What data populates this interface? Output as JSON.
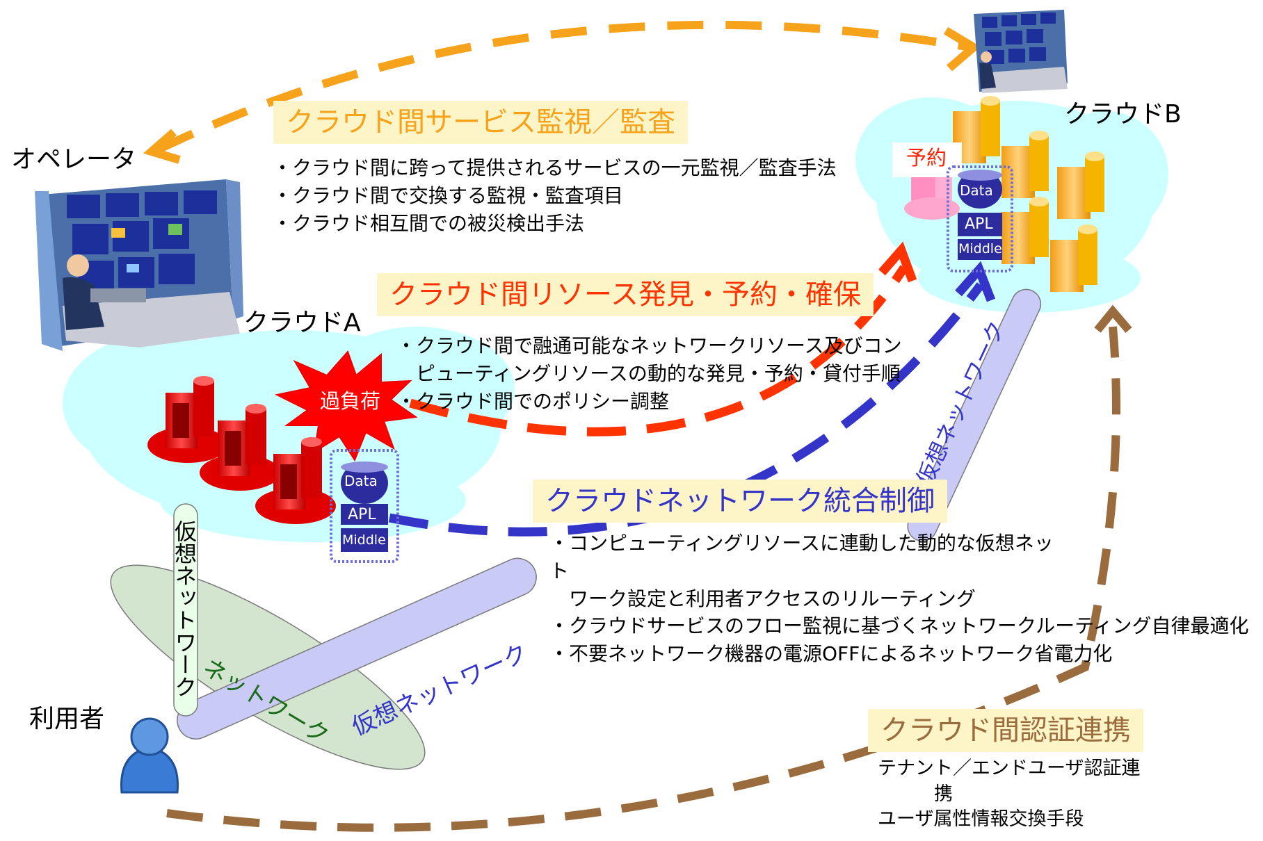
{
  "operator": {
    "label": "オペレータ"
  },
  "cloud_a": {
    "label": "クラウドA",
    "overload": "過負荷"
  },
  "cloud_b": {
    "label": "クラウドB",
    "reserve": "予約"
  },
  "user": {
    "label": "利用者"
  },
  "stack": {
    "data": "Data",
    "apl": "APL",
    "middle": "Middle"
  },
  "networks": {
    "network": "ネットワーク",
    "vnet_left": "仮想ネットワーク",
    "vnet_bottom": "仮想ネットワーク",
    "vnet_right": "仮想ネットワーク"
  },
  "monitoring": {
    "title": "クラウド間サービス監視／監査",
    "items": [
      "・クラウド間に跨って提供されるサービスの一元監視／監査手法",
      "・クラウド間で交換する監視・監査項目",
      "・クラウド相互間での被災検出手法"
    ]
  },
  "resource": {
    "title": "クラウド間リソース発見・予約・確保",
    "items": [
      "・クラウド間で融通可能なネットワークリソース及びコン",
      "　ピューティングリソースの動的な発見・予約・貸付手順",
      "・クラウド間でのポリシー調整"
    ]
  },
  "network_control": {
    "title": "クラウドネットワーク統合制御",
    "items": [
      "・コンピューティングリソースに連動した動的な仮想ネッ",
      "ト",
      "　ワーク設定と利用者アクセスのリルーティング",
      "・クラウドサービスのフロー監視に基づくネットワークルーティング自律最適化",
      "・不要ネットワーク機器の電源OFFによるネットワーク省電力化"
    ]
  },
  "auth": {
    "title": "クラウド間認証連携",
    "items": [
      "テナント／エンドユーザ認証連",
      "　　　携",
      "ユーザ属性情報交換手段"
    ]
  },
  "colors": {
    "orange_arrow": "#f7a21b",
    "red_arrow": "#ff3300",
    "blue_arrow": "#3434c8",
    "brown_arrow": "#9a6b3c",
    "cloud_fill": "#ccffff",
    "header_bg": "#fdf5c8",
    "orange_title": "#f7a21b",
    "red_title": "#ff3300",
    "blue_title": "#3434c8",
    "brown_title": "#9a6b3c"
  }
}
